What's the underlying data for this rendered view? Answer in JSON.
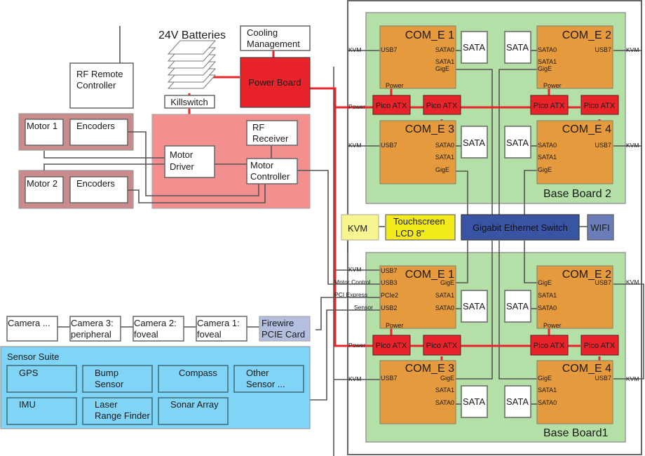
{
  "power": {
    "batteries_label": "24V Batteries",
    "killswitch": "Killswitch",
    "cooling": [
      "Cooling",
      "Management"
    ],
    "power_board": "Power Board",
    "rf_remote": [
      "RF Remote",
      "Controller"
    ]
  },
  "motors": {
    "motor1": "Motor 1",
    "motor2": "Motor 2",
    "encoders": "Encoders",
    "motor_driver": [
      "Motor",
      "Driver"
    ],
    "rf_receiver": [
      "RF",
      "Receiver"
    ],
    "motor_controller": [
      "Motor",
      "Controller"
    ]
  },
  "peripherals": {
    "kvm": "KVM",
    "touchscreen": [
      "Touchscreen",
      "LCD 8\""
    ],
    "switch": "Gigabit Ethernet Switch",
    "wifi": "WIFI"
  },
  "cameras": [
    [
      "Camera ...",
      ""
    ],
    [
      "Camera 3:",
      "peripheral"
    ],
    [
      "Camera 2:",
      "foveal"
    ],
    [
      "Camera 1:",
      "foveal"
    ]
  ],
  "firewire": [
    "Firewire",
    "PCIE Card"
  ],
  "sensor_suite": {
    "title": "Sensor Suite",
    "sensors": [
      [
        "GPS",
        ""
      ],
      [
        "Bump",
        "Sensor"
      ],
      [
        "Compass",
        ""
      ],
      [
        "Other",
        "Sensor ..."
      ],
      [
        "IMU",
        ""
      ],
      [
        "Laser",
        "Range Finder"
      ],
      [
        "Sonar Array",
        ""
      ]
    ]
  },
  "boards": {
    "board2": "Base Board 2",
    "board1": "Base Board1",
    "com": [
      "COM_E 1",
      "COM_E 2",
      "COM_E 3",
      "COM_E 4"
    ],
    "sata": "SATA",
    "pico": "Pico ATX",
    "pins": {
      "usb7": "USB7",
      "usb3": "USB3",
      "usb2": "USB2",
      "pcie2": "PCIe2",
      "sata0": "SATA0",
      "sata1": "SATA1",
      "gige": "GigE",
      "power": "Power"
    },
    "ext": {
      "kvm": "KVM",
      "power": "Power",
      "motor_control": "Motor Control",
      "pci_express": "PCI Express",
      "sensor": "Sensor"
    }
  },
  "colors": {
    "power_red": "#e8232a",
    "com_orange": "#e69a3e",
    "board_green": "#b4dfa6",
    "motor_pink": "#f48f90",
    "motor_group": "#c98b8b",
    "switch_blue": "#3a54a4",
    "wifi_blue": "#6b7db8",
    "sensor_cyan": "#80d4f5",
    "firewire": "#b4bfe0",
    "kvm_yellow": "#f8f490",
    "lcd_yellow": "#f2ea1a"
  }
}
